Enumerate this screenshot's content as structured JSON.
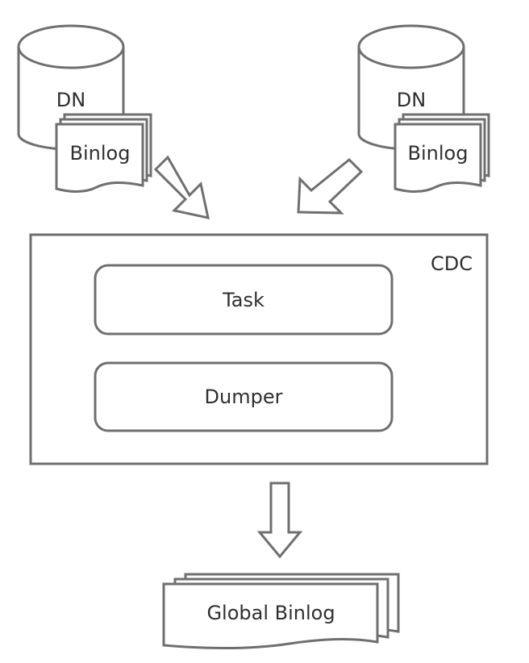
{
  "nodes": {
    "dn_left": {
      "label": "DN",
      "binlog_label": "Binlog"
    },
    "dn_right": {
      "label": "DN",
      "binlog_label": "Binlog"
    },
    "cdc": {
      "label": "CDC",
      "task_label": "Task",
      "dumper_label": "Dumper"
    },
    "global_binlog": {
      "label": "Global Binlog"
    }
  },
  "colors": {
    "stroke": "#6f6f6f",
    "fill": "#ffffff",
    "text": "#2f2f2f"
  }
}
